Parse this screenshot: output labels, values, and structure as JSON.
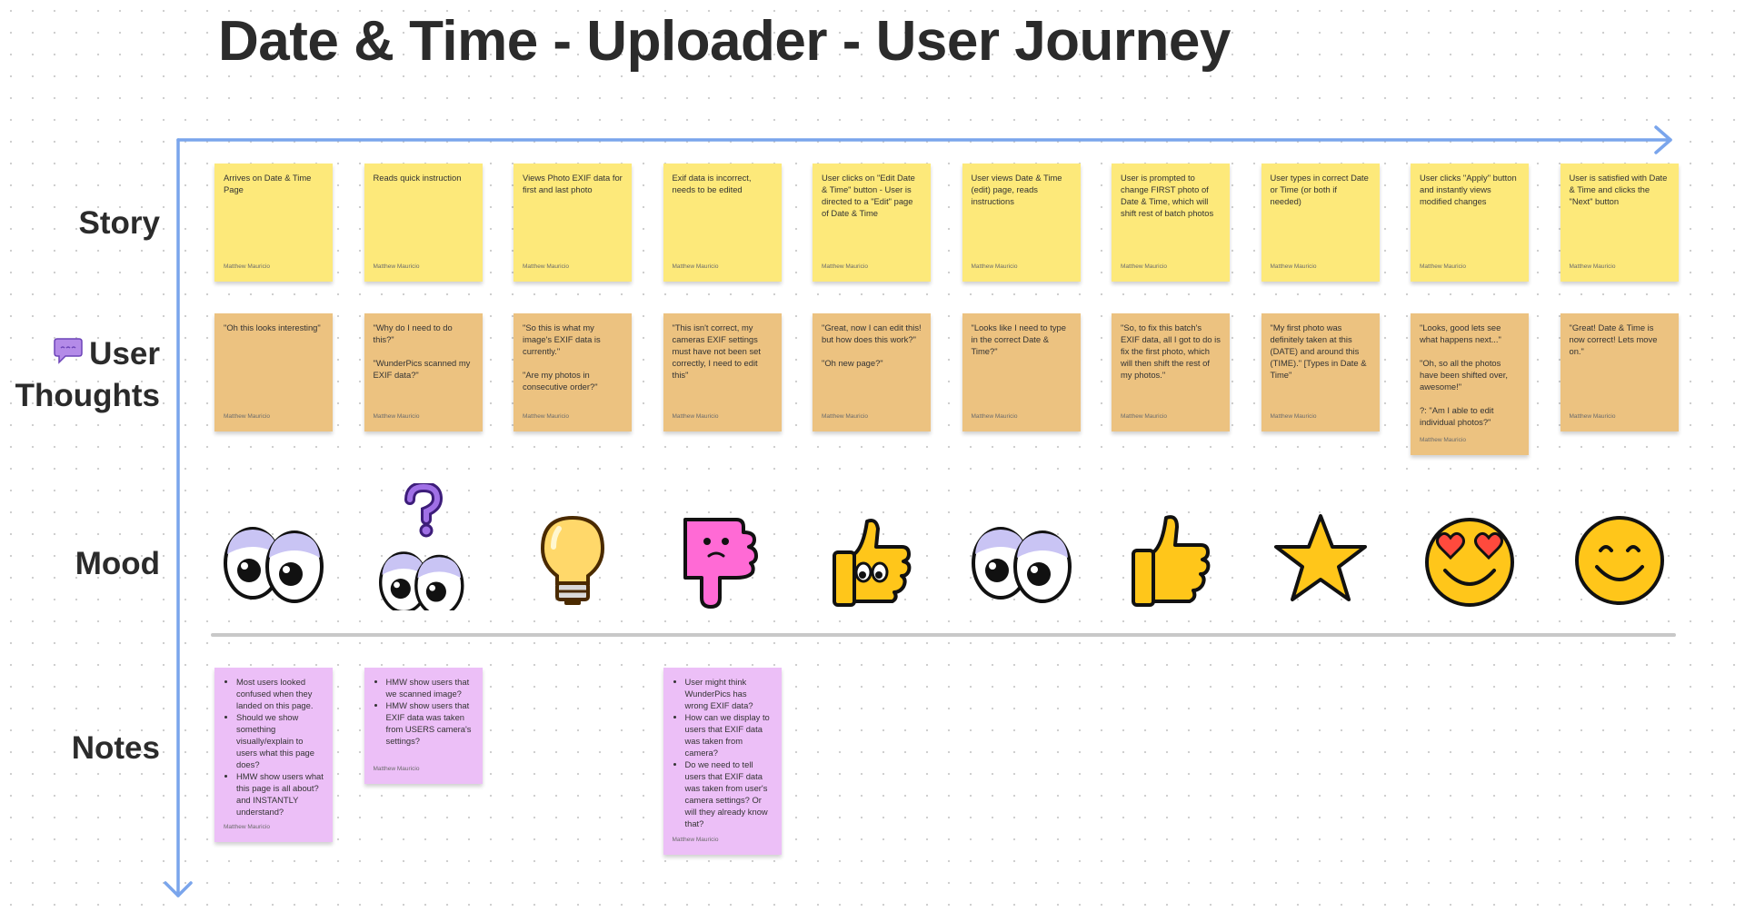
{
  "title": "Date & Time - Uploader - User Journey",
  "rows": {
    "story": "Story",
    "thoughts_line1": "User",
    "thoughts_line2": "Thoughts",
    "mood": "Mood",
    "notes": "Notes"
  },
  "author": "Matthew Mauricio",
  "story": [
    "Arrives on Date & Time Page",
    "Reads quick instruction",
    "Views Photo EXIF data for first and last photo",
    "Exif data is incorrect, needs to be edited",
    "User clicks on \"Edit Date & Time\" button - User is directed to a \"Edit\" page of Date & Time",
    "User views Date & Time (edit) page, reads instructions",
    "User is prompted to change FIRST photo of Date & Time, which will shift rest of batch photos",
    "User types in correct Date or Time (or both if needed)",
    "User clicks \"Apply\" button and instantly views modified changes",
    "User is satisfied with Date & Time and clicks the \"Next\" button"
  ],
  "thoughts": [
    "\"Oh this looks interesting\"",
    "\"Why do I need to do this?\"\n\n\"WunderPics scanned my EXIF data?\"",
    "\"So this is what my image's EXIF data is currently.\"\n\n\"Are my photos in consecutive order?\"",
    "\"This isn't correct, my cameras EXIF settings must have not been set correctly, I need to edit this\"",
    "\"Great, now I can edit this! but how does this work?\"\n\n\"Oh new page?\"",
    "\"Looks like I need to type in the correct Date & Time?\"",
    "\"So, to fix this batch's EXIF data, all I got to do is fix the first photo, which will then shift the rest of my photos.\"",
    "\"My first photo was definitely taken at this (DATE) and around this (TIME).\" [Types in Date & Time\"",
    "\"Looks, good lets see what happens next...\"\n\n\"Oh, so all the photos have been shifted over, awesome!\"\n\n?: \"Am I able to edit individual photos?\"",
    "\"Great! Date & Time is now correct! Lets move on.\""
  ],
  "moods": [
    "eyes-icon",
    "questioning-eyes-icon",
    "light-bulb-icon",
    "thumbs-down-face-icon",
    "thumbs-up-eyes-icon",
    "eyes-icon",
    "thumbs-up-icon",
    "star-icon",
    "heart-eyes-face-icon",
    "smiley-face-icon"
  ],
  "notes": [
    {
      "col": 0,
      "items": [
        "Most users looked confused when they landed on this page.",
        "Should we show something visually/explain to users what this page does?",
        "HMW show users what this page is all about? and INSTANTLY understand?"
      ]
    },
    {
      "col": 1,
      "items": [
        "HMW show users that we scanned image?",
        "HMW show users that EXIF data was taken from USERS camera's settings?"
      ]
    },
    {
      "col": 3,
      "items": [
        "User might think WunderPics has wrong EXIF data?",
        "How can we display to users that EXIF data was taken from camera?",
        "Do we need to tell users that EXIF data was taken from user's camera settings? Or will they already know that?"
      ]
    }
  ],
  "colors": {
    "story": "#fde97a",
    "thoughts": "#ecc280",
    "notes": "#ecbff7",
    "axis": "#7aa5ec"
  }
}
